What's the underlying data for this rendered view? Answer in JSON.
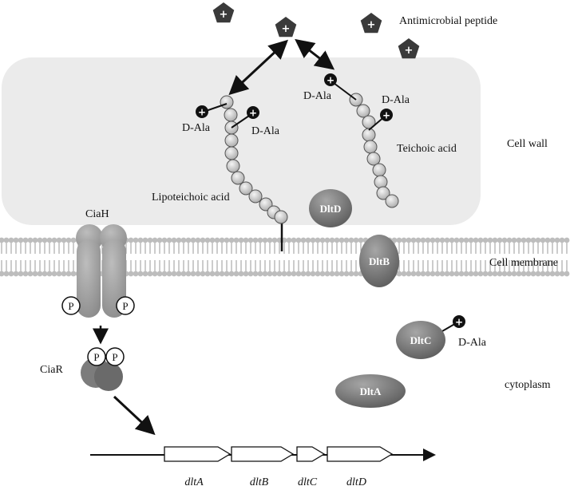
{
  "labels": {
    "antimicrobial_peptide": "Antimicrobial  peptide",
    "cell_wall": "Cell wall",
    "cell_membrane": "Cell membrane",
    "cytoplasm": "cytoplasm",
    "teichoic_acid": "Teichoic  acid",
    "lipoteichoic_acid": "Lipoteichoic  acid",
    "d_ala": "D-Ala",
    "ciaH": "CiaH",
    "ciaR": "CiaR",
    "phospho": "P",
    "charge": "+"
  },
  "proteins": {
    "dltD": "DltD",
    "dltB": "DltB",
    "dltC": "DltC",
    "dltA": "DltA"
  },
  "genes": [
    "dltA",
    "dltB",
    "dltC",
    "dltD"
  ],
  "colors": {
    "cell_wall_fill": "#ebebeb",
    "membrane_head": "#bdbdbd",
    "protein_fill": "#7e7e7e",
    "peptide_fill": "#3a3a3a",
    "bead_fill": "#d0d0d0"
  }
}
